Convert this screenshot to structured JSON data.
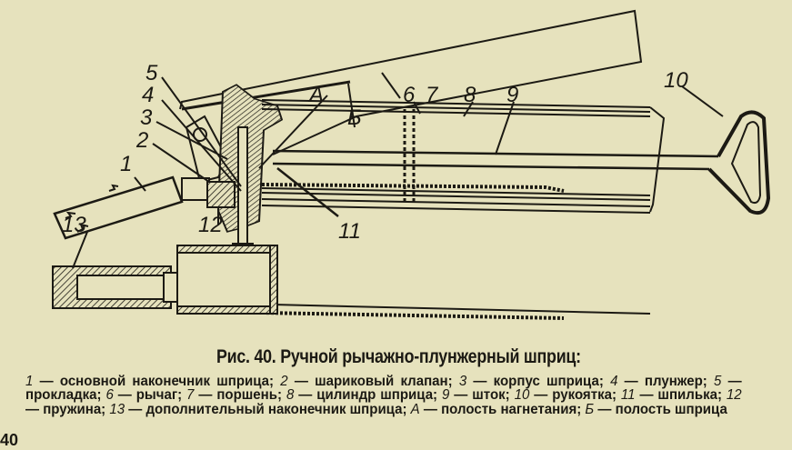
{
  "figure": {
    "labels": {
      "l1": "1",
      "l2": "2",
      "l3": "3",
      "l4": "4",
      "l5": "5",
      "l6": "6",
      "l7": "7",
      "l8": "8",
      "l9": "9",
      "l10": "10",
      "l11": "11",
      "l12": "12",
      "l13": "13",
      "lA": "А",
      "lB": "Б"
    }
  },
  "caption": {
    "title": "Рис. 40. Ручной рычажно-плунжерный шприц:",
    "legend": [
      {
        "key": "1",
        "text": "основной наконечник шприца;"
      },
      {
        "key": "2",
        "text": "шариковый клапан;"
      },
      {
        "key": "3",
        "text": "корпус шприца;"
      },
      {
        "key": "4",
        "text": "плунжер;"
      },
      {
        "key": "5",
        "text": "прокладка;"
      },
      {
        "key": "6",
        "text": "рычаг;"
      },
      {
        "key": "7",
        "text": "поршень;"
      },
      {
        "key": "8",
        "text": "цилиндр шприца;"
      },
      {
        "key": "9",
        "text": "шток;"
      },
      {
        "key": "10",
        "text": "рукоятка;"
      },
      {
        "key": "11",
        "text": "шпилька;"
      },
      {
        "key": "12",
        "text": "пружина;"
      },
      {
        "key": "13",
        "text": "дополнительный наконечник шприца;"
      },
      {
        "key": "А",
        "text": "полость нагнетания;"
      },
      {
        "key": "Б",
        "text": "полость шприца"
      }
    ]
  },
  "page_number": "40"
}
